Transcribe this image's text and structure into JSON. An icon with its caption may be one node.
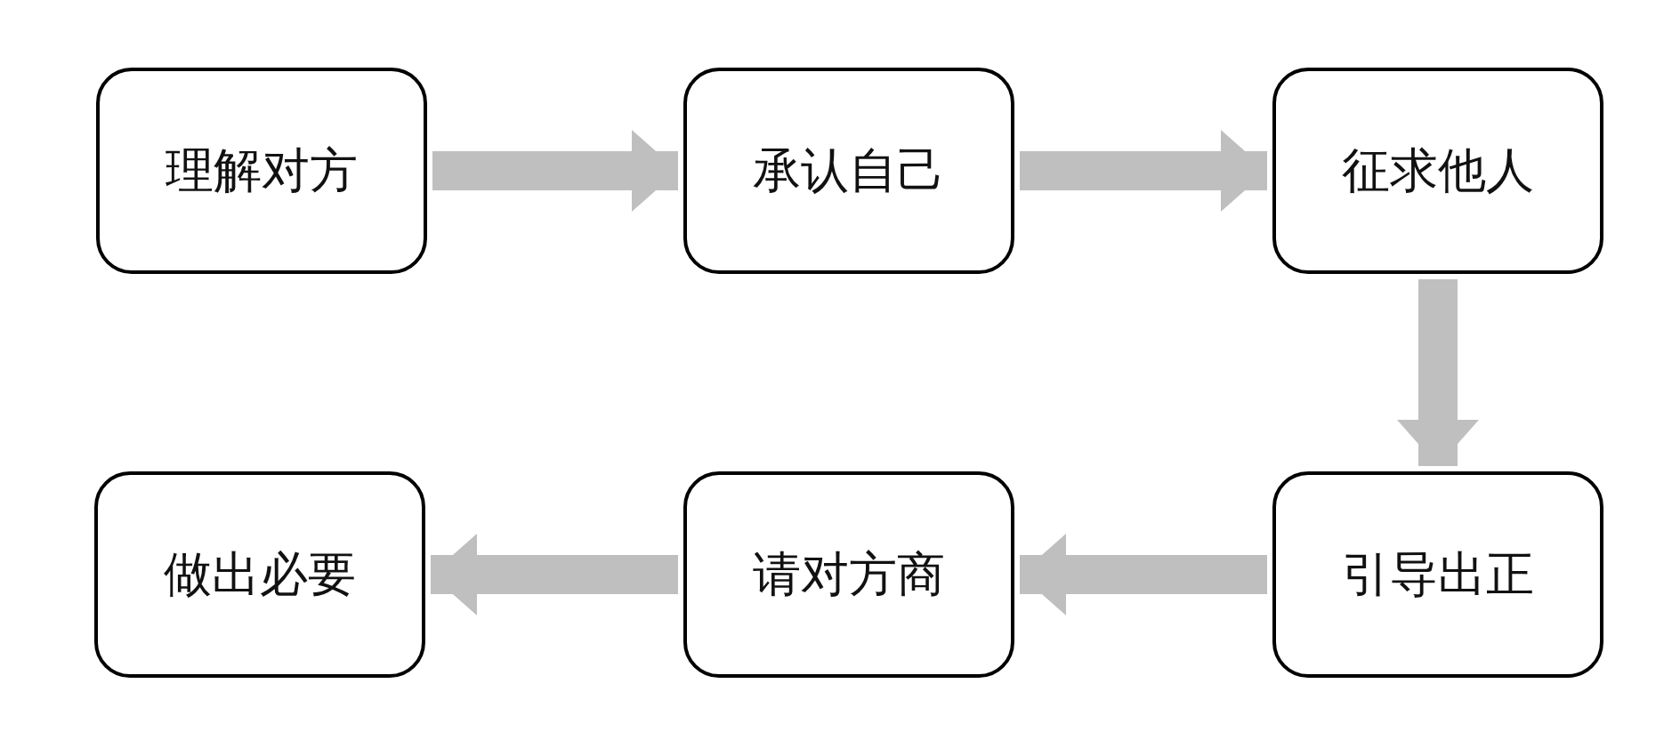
{
  "diagram": {
    "nodes": [
      {
        "text": [
          "理解对方"
        ]
      },
      {
        "text": [
          "承认自己"
        ]
      },
      {
        "text": [
          "征求他人"
        ]
      },
      {
        "text": [
          "引导出正"
        ]
      },
      {
        "text": [
          "请对方商"
        ]
      },
      {
        "text": [
          "做出必要"
        ]
      }
    ],
    "edges": [
      {
        "from": 0,
        "to": 1,
        "arrow": "to"
      },
      {
        "from": 1,
        "to": 2,
        "arrow": "to"
      },
      {
        "from": 2,
        "to": 3,
        "arrow": "to"
      },
      {
        "from": 3,
        "to": 4,
        "arrow": "to"
      },
      {
        "from": 4,
        "to": 5,
        "arrow": "to"
      }
    ]
  }
}
